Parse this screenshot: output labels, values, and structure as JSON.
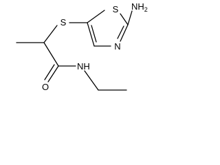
{
  "molecule": {
    "atoms": {
      "s_thioether": "S",
      "s_ring": "S",
      "n_ring": "N",
      "nh2": "NH",
      "nh2_subscript": "2",
      "o_carbonyl": "O",
      "n_amide": "NH"
    },
    "colors": {
      "bond": "#000000",
      "label": "#000000",
      "background": "#ffffff"
    }
  }
}
